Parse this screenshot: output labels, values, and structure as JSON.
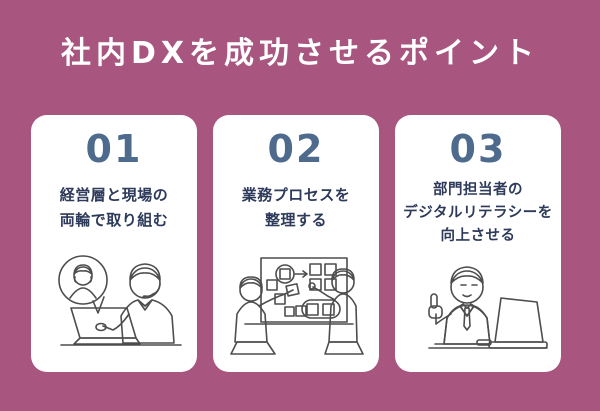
{
  "theme": {
    "background": "#a8567f",
    "card_background": "#ffffff",
    "title_color": "#ffffff",
    "number_color": "#4e6a8c",
    "text_color": "#2d3a5a",
    "illustration_navy": "#3e5170",
    "illustration_gray": "#e3e3e3",
    "illustration_skin": "#f6d4b0"
  },
  "header": {
    "title": "社内DXを成功させるポイント"
  },
  "cards": [
    {
      "number": "01",
      "lines": [
        "経営層と現場の",
        "両輪で取り組む"
      ],
      "illustration": "online-meeting-laptop-illustration"
    },
    {
      "number": "02",
      "lines": [
        "業務プロセスを",
        "整理する"
      ],
      "illustration": "process-mapping-board-illustration"
    },
    {
      "number": "03",
      "lines": [
        "部門担当者の",
        "デジタルリテラシーを",
        "向上させる"
      ],
      "illustration": "thumbs-up-laptop-illustration"
    }
  ]
}
